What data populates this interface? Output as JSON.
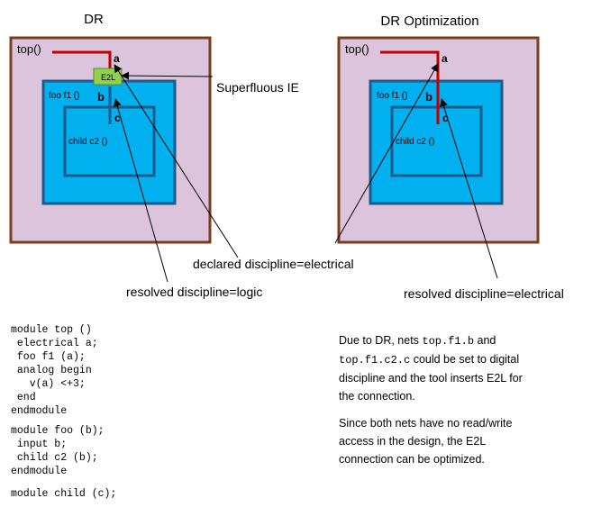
{
  "left_panel": {
    "title": "DR",
    "top_label": "top()",
    "foo_label": "foo f1 ()",
    "child_label": "child c2 ()",
    "pin_a": "a",
    "pin_b": "b",
    "pin_c": "c",
    "e2l_label": "E2L"
  },
  "right_panel": {
    "title": "DR Optimization",
    "top_label": "top()",
    "foo_label": "foo f1 ()",
    "child_label": "child c2 ()",
    "pin_a": "a",
    "pin_b": "b",
    "pin_c": "c"
  },
  "annotations": {
    "superfluous": "Superfluous IE",
    "declared": "declared discipline=electrical",
    "resolved_logic": "resolved discipline=logic",
    "resolved_electrical": "resolved discipline=electrical"
  },
  "code": {
    "block1": [
      "module top ()",
      " electrical a;",
      " foo f1 (a);",
      " analog begin",
      "   v(a) <+3;",
      " end",
      "endmodule"
    ],
    "block2": [
      "module foo (b);",
      " input b;",
      " child c2 (b);",
      "endmodule"
    ],
    "block3": [
      "module child (c);"
    ]
  },
  "explanation": {
    "p1_a": "Due to DR, nets ",
    "p1_code1": "top.f1.b",
    "p1_and": " and",
    "p1_code2": "top.f1.c2.c",
    "p1_b": "  could be set to digital",
    "p1_c": "discipline and the tool inserts E2L for",
    "p1_d": " the connection.",
    "p2_a": "Since both nets have no read/write",
    "p2_b": "access in the design, the E2L",
    "p2_c": "connection can be optimized."
  },
  "colors": {
    "top_fill": "#dcc5dc",
    "top_border": "#7a3e1c",
    "foo_fill": "#00b0ef",
    "module_border": "#1f5a8a",
    "wire": "#c00000",
    "e2l_fill": "#92d050",
    "e2l_border": "#5a8a2a"
  }
}
